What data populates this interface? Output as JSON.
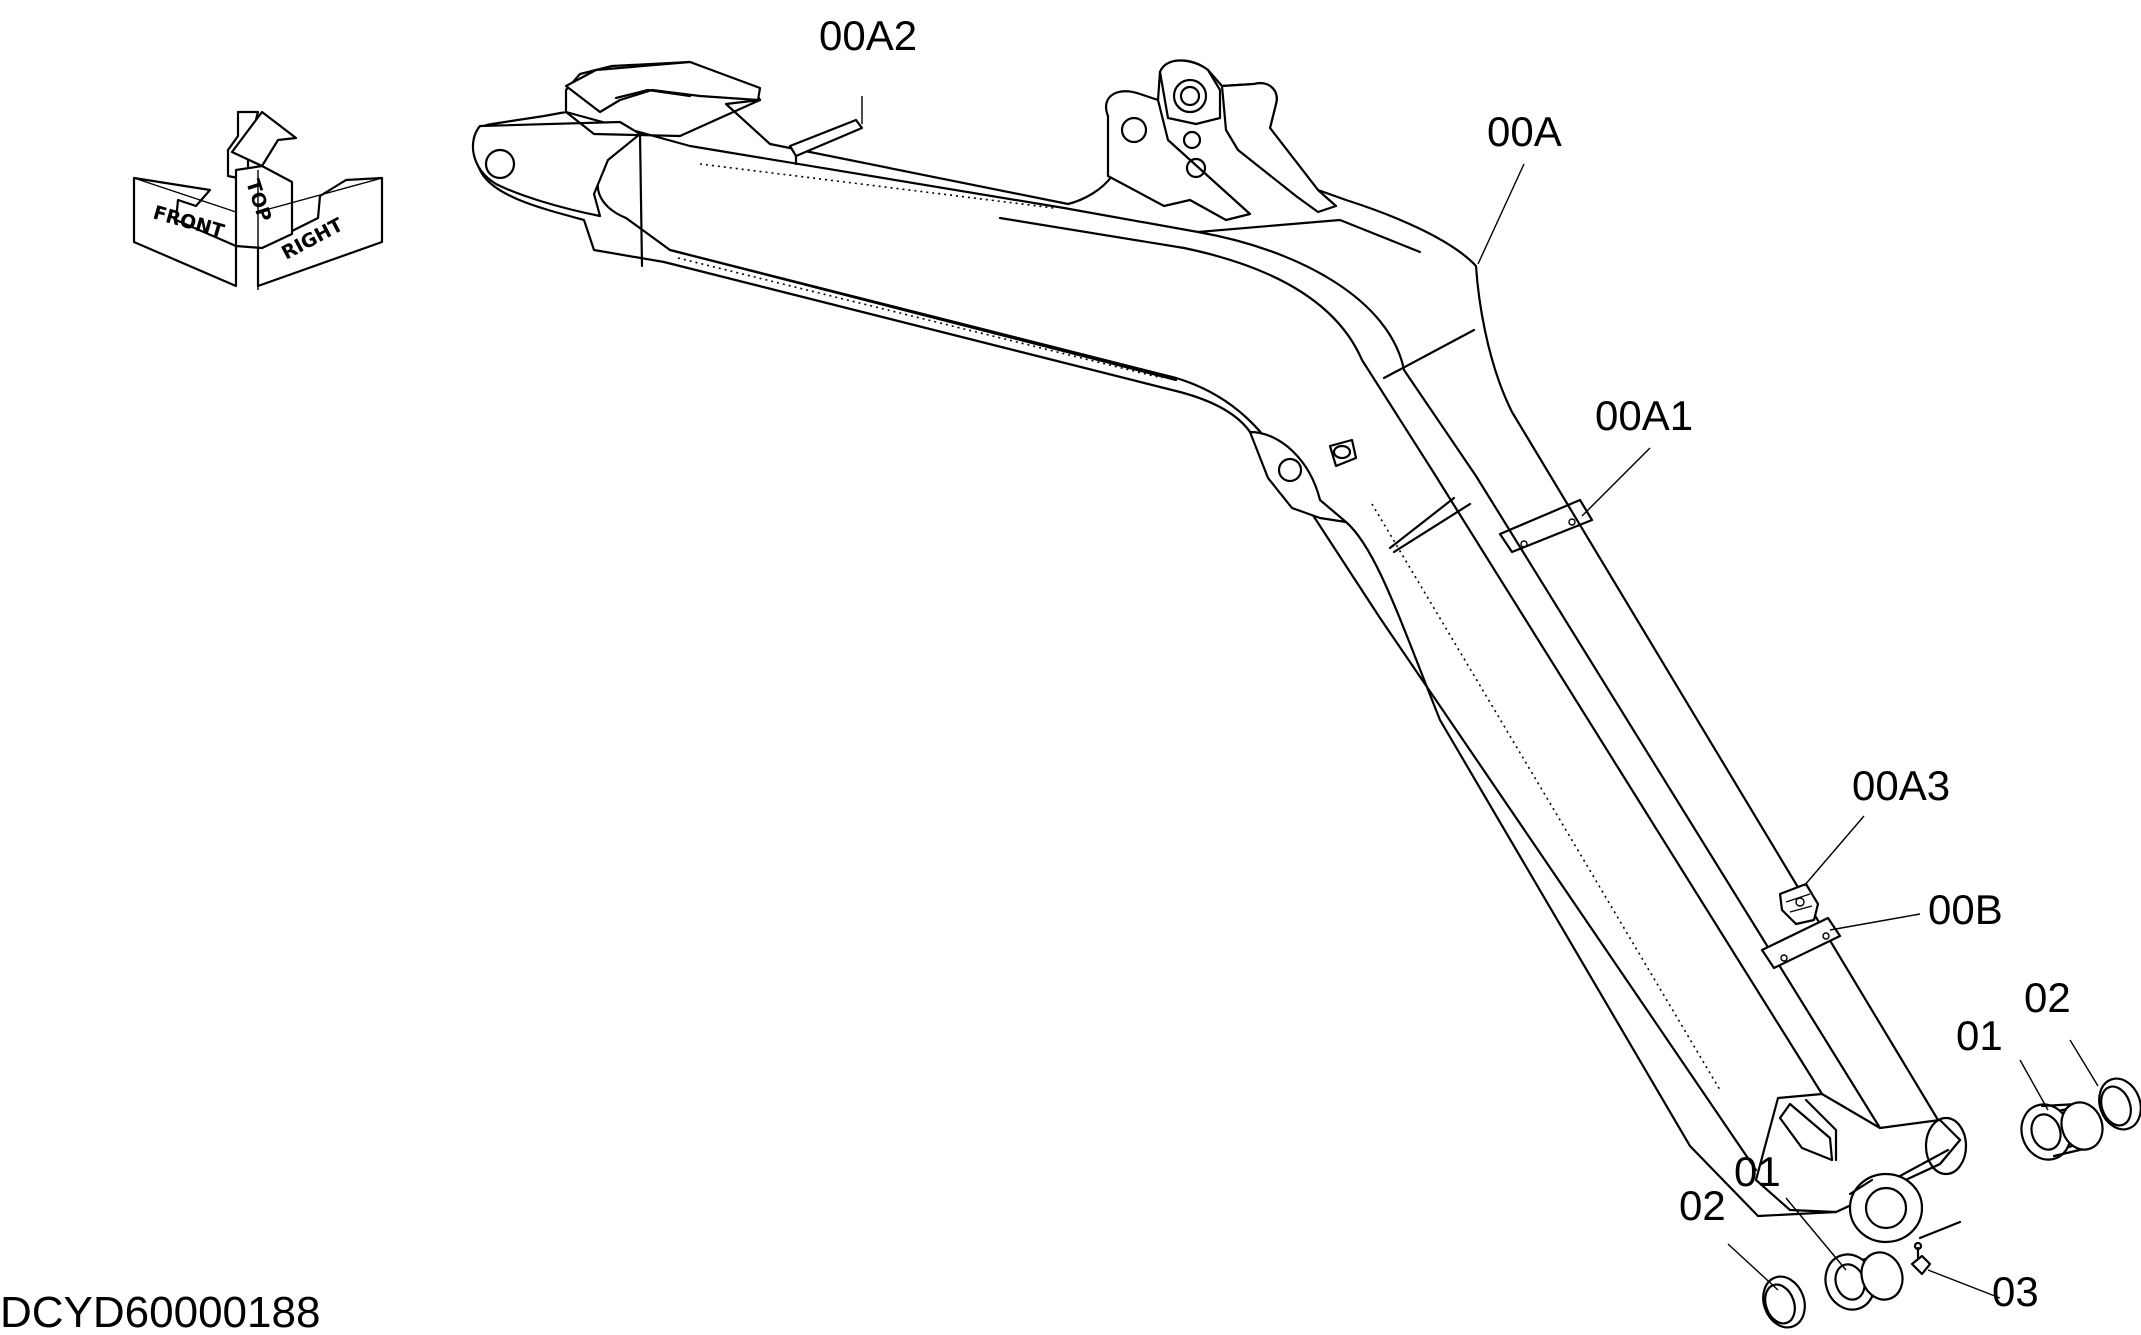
{
  "drawing": {
    "code": "DCYD60000188",
    "orientation": {
      "front": "FRONT",
      "top": "TOP",
      "right": "RIGHT"
    },
    "callouts": {
      "a2": "00A2",
      "a": "00A",
      "a1": "00A1",
      "a3": "00A3",
      "b": "00B",
      "p01_right": "01",
      "p02_right": "02",
      "p01_left": "01",
      "p02_left": "02",
      "p03": "03"
    }
  }
}
